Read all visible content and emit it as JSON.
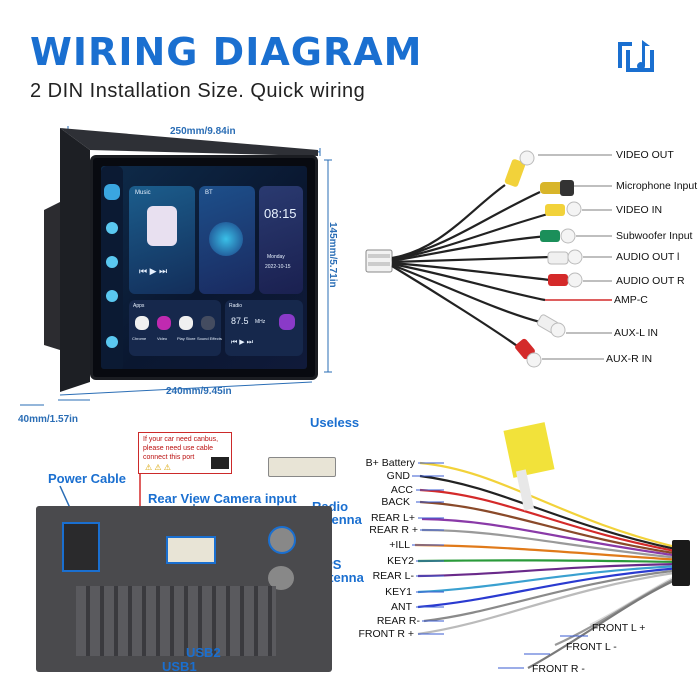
{
  "header": {
    "title": "WIRING DIAGRAM",
    "subtitle": "2 DIN Installation Size. Quick wiring"
  },
  "dimensions": {
    "width_top": "250mm/9.84in",
    "height_side": "145mm/5.71in",
    "width_bottom": "240mm/9.45in",
    "depth": "40mm/1.57in"
  },
  "screen": {
    "music_label": "Music",
    "bt_label": "BT",
    "time": "08:15",
    "day": "Monday",
    "date": "2022-10-15",
    "apps_label": "Apps",
    "radio_label": "Radio",
    "radio_freq": "87.5",
    "radio_unit": "MHz",
    "app_chrome": "Chrome",
    "app_video": "Video",
    "app_playstore": "Play Store",
    "app_sound": "Sound Effects"
  },
  "rca_labels": [
    "VIDEO OUT",
    "Microphone Input",
    "VIDEO IN",
    "Subwoofer Input",
    "AUDIO OUT l",
    "AUDIO OUT R",
    "AMP-C",
    "AUX-L IN",
    "AUX-R IN"
  ],
  "canbus_note": {
    "line1": "If your car need canbus,",
    "line2": "please need use cable",
    "line3": "connect this port"
  },
  "rear_labels": {
    "useless": "Useless",
    "power_cable": "Power Cable",
    "rear_camera": "Rear View Camera input",
    "radio_antenna": "Radio antenna",
    "gps_antenna": "GPS antenna",
    "usb1": "USB1",
    "usb2": "USB2"
  },
  "harness_labels_left": [
    "B+ Battery",
    "GND",
    "ACC",
    "BACK",
    "REAR L+",
    "REAR R +",
    "+ILL",
    "KEY2",
    "REAR L-",
    "KEY1",
    "ANT",
    "REAR R-",
    "FRONT R +"
  ],
  "harness_labels_right": [
    "FRONT L +",
    "FRONT L -",
    "FRONT R -"
  ],
  "colors": {
    "title_blue": "#1a6fd0",
    "dimension_blue": "#2a6db5",
    "canbus_red": "#cc2a2a"
  }
}
